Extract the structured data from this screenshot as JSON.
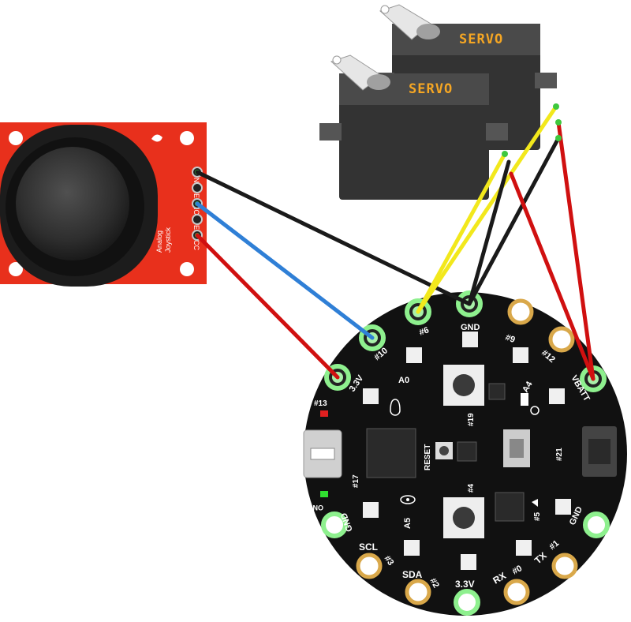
{
  "servos": [
    {
      "label": "SERVO"
    },
    {
      "label": "SERVO"
    }
  ],
  "joystick": {
    "pins": [
      "GND",
      "SEL",
      "HOR",
      "VER",
      "VCC"
    ],
    "name_line1": "Analog",
    "name_line2": "Joystick"
  },
  "board": {
    "pads": {
      "p6": "#6",
      "gnd_top": "GND",
      "p9": "#9",
      "p10": "#10",
      "p12": "#12",
      "v33_left": "3.3V",
      "vbatt": "VBATT",
      "gnd_left": "GND",
      "gnd_right": "GND",
      "scl": "SCL",
      "p3": "#3",
      "sda": "SDA",
      "p2": "#2",
      "v33_bottom": "3.3V",
      "rx": "RX",
      "p0": "#0",
      "tx": "TX",
      "p1": "#1"
    },
    "labels": {
      "a0": "A0",
      "a4": "A4",
      "a5": "A5",
      "p13": "#13",
      "p17": "#17",
      "p19": "#19",
      "p4": "#4",
      "p5": "#5",
      "p21": "#21",
      "reset": "RESET",
      "on": "ON"
    }
  },
  "colors": {
    "wire_black": "#1a1a1a",
    "wire_red": "#d01010",
    "wire_blue": "#2f7fd6",
    "wire_yellow": "#f2e81c",
    "joystick_board": "#e8301c",
    "servo_label": "#f5a623",
    "board": "#111111",
    "pad_glow": "#8ef08e"
  }
}
